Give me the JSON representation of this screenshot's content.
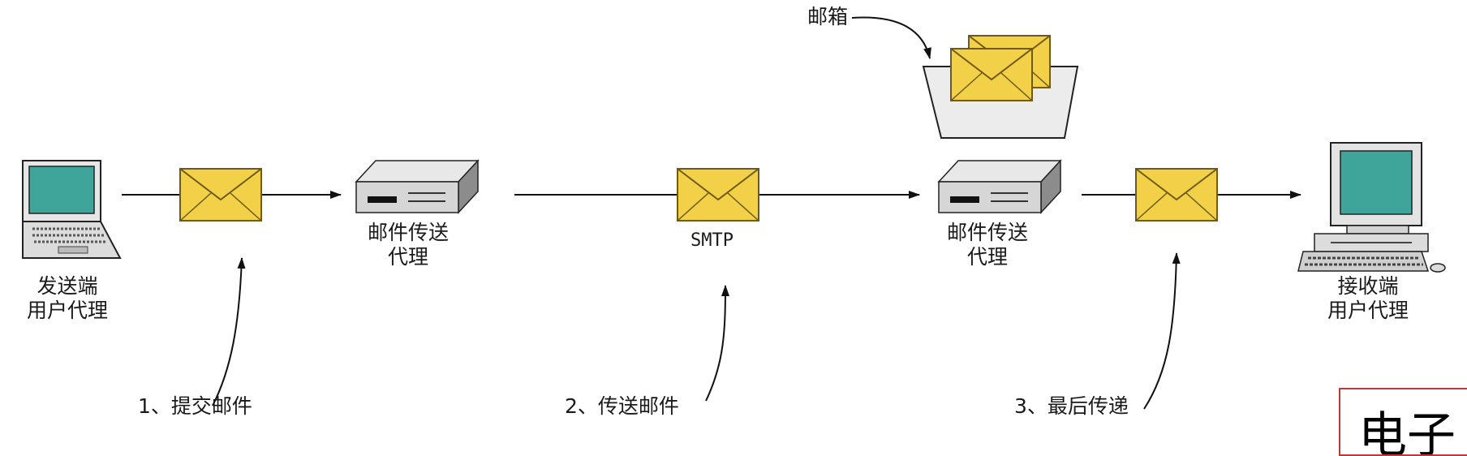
{
  "nodes": {
    "sender": {
      "line1": "发送端",
      "line2": "用户代理"
    },
    "mta1": {
      "line1": "邮件传送",
      "line2": "代理"
    },
    "mta2": {
      "line1": "邮件传送",
      "line2": "代理"
    },
    "receiver": {
      "line1": "接收端",
      "line2": "用户代理"
    },
    "mailbox": "邮箱"
  },
  "protocol": "SMTP",
  "steps": [
    "1、提交邮件",
    "2、传送邮件",
    "3、最后传递"
  ],
  "title_fragment": "电子",
  "colors": {
    "envelope_fill": "#f2d148",
    "envelope_stroke": "#6e5a14",
    "screen": "#3fa59a",
    "device": "#cfcfcf",
    "line": "#111111",
    "title_border": "#b83a3a"
  }
}
